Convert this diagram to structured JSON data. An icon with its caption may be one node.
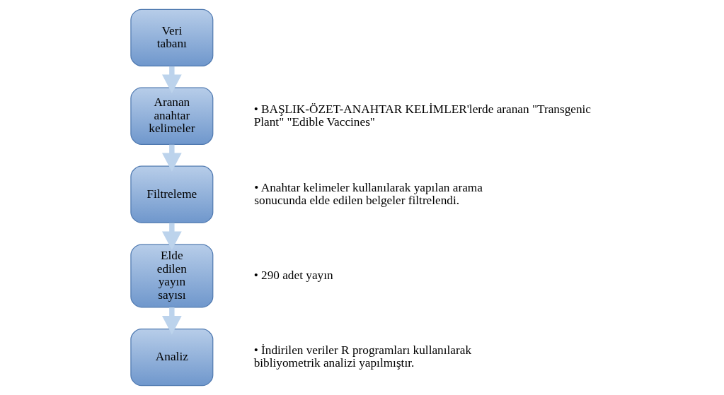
{
  "diagram": {
    "nodes": [
      {
        "text": [
          "Veri tabanı"
        ]
      },
      {
        "text": [
          "Aranan anahtar kelimeler"
        ],
        "beside": [
          "• BAŞLIK-ÖZET-ANAHTAR KELİMLER'lerde aranan \"Transgenic Plant\" \"Edible Vaccines\""
        ]
      },
      {
        "text": [
          "Filtreleme"
        ],
        "beside": [
          "• Anahtar kelimeler kullanılarak yapılan arama sonucunda elde edilen belgeler filtrelendi."
        ]
      },
      {
        "text": [
          "Elde edilen yayın sayısı"
        ],
        "beside": [
          "• 290 adet yayın"
        ]
      },
      {
        "text": [
          "Analiz"
        ],
        "beside": [
          "• İndirilen veriler R programları kullanılarak bibliyometrik analizi yapılmıştır."
        ]
      }
    ],
    "edges": [
      {
        "from": 0,
        "to": 1,
        "arrow": "to"
      },
      {
        "from": 1,
        "to": 2,
        "arrow": "to"
      },
      {
        "from": 2,
        "to": 3,
        "arrow": "to"
      },
      {
        "from": 3,
        "to": 4,
        "arrow": "to"
      }
    ]
  }
}
